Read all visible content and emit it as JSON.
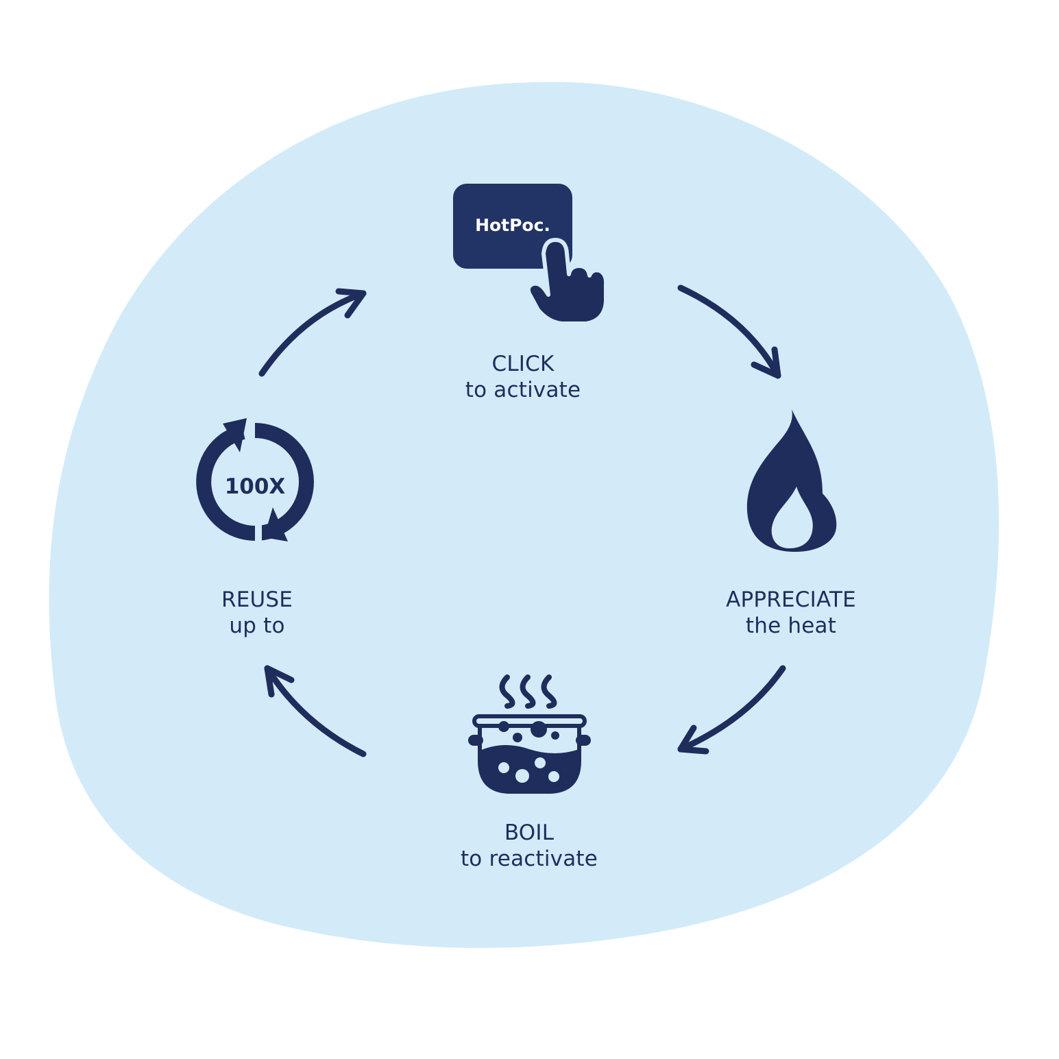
{
  "diagram": {
    "steps": [
      {
        "id": "click",
        "title": "CLICK",
        "subtitle": "to activate",
        "icon": "hand-pointer-icon",
        "brand": "HotPoc."
      },
      {
        "id": "appreciate",
        "title": "APPRECIATE",
        "subtitle": "the heat",
        "icon": "flame-icon"
      },
      {
        "id": "boil",
        "title": "BOIL",
        "subtitle": "to reactivate",
        "icon": "boiling-pot-icon"
      },
      {
        "id": "reuse",
        "title": "REUSE",
        "subtitle": "up to",
        "icon": "cycle-arrows-icon",
        "badge": "100X"
      }
    ]
  },
  "colors": {
    "background": "#ffffff",
    "blob": "#d3ebf8",
    "ink": "#1f2d5c",
    "brand_box": "#223366",
    "brand_text": "#ffffff"
  }
}
